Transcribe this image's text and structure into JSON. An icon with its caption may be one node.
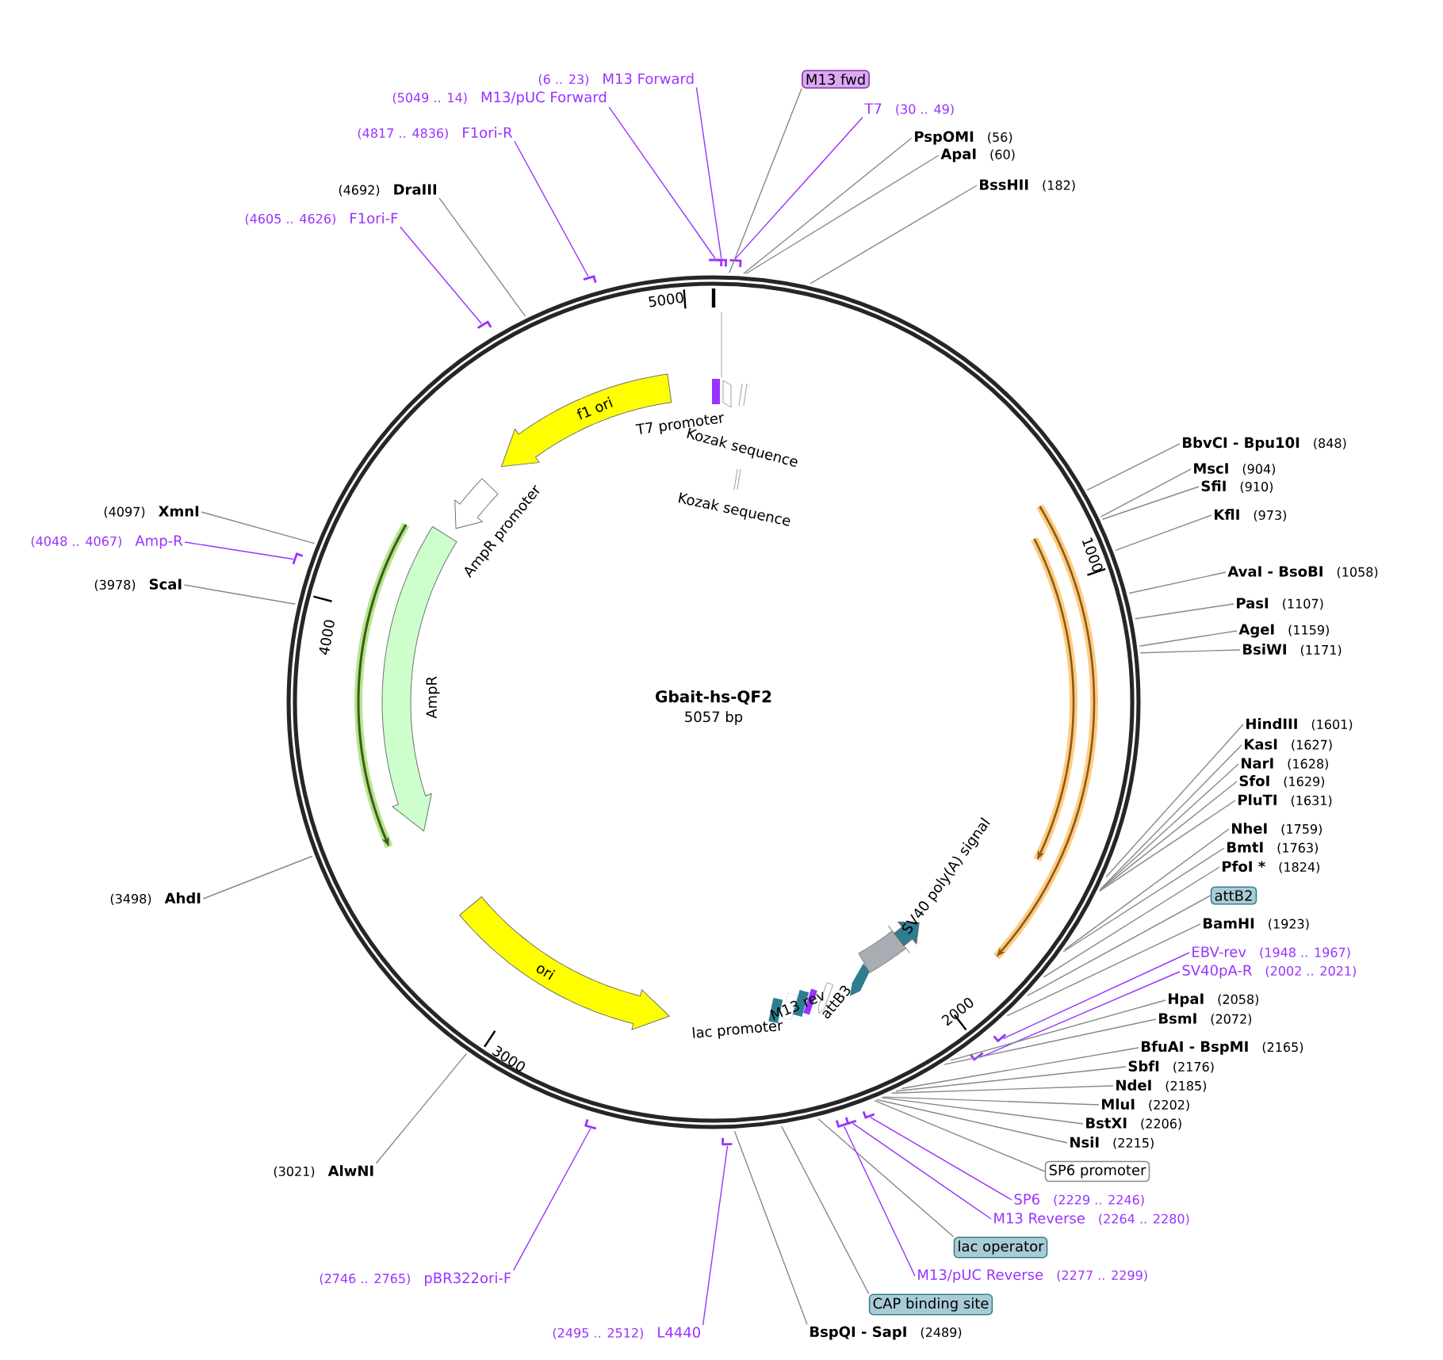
{
  "diagram": {
    "title": "Gbait-hs-QF2",
    "nodes": [
      {
        "text": [
          "M13 fwd"
        ]
      },
      {
        "text": [
          "(6 .. 23)",
          "M13 Forward"
        ]
      },
      {
        "text": [
          "(5049 .. 14)",
          "M13/pUC Forward"
        ]
      },
      {
        "text": [
          "T7",
          "(30 .. 49)"
        ]
      },
      {
        "text": [
          "PspOMI",
          "(56)"
        ]
      },
      {
        "text": [
          "ApaI",
          "(60)"
        ]
      },
      {
        "text": [
          "BssHII",
          "(182)"
        ]
      },
      {
        "text": [
          "(4817 .. 4836)",
          "F1ori-R"
        ]
      },
      {
        "text": [
          "(4692)",
          "DraIII"
        ]
      },
      {
        "text": [
          "(4605 .. 4626)",
          "F1ori-F"
        ]
      },
      {
        "text": [
          "BbvCI - Bpu10I",
          "(848)"
        ]
      },
      {
        "text": [
          "MscI",
          "(904)"
        ]
      },
      {
        "text": [
          "SfiI",
          "(910)"
        ]
      },
      {
        "text": [
          "KflI",
          "(973)"
        ]
      },
      {
        "text": [
          "AvaI - BsoBI",
          "(1058)"
        ]
      },
      {
        "text": [
          "PasI",
          "(1107)"
        ]
      },
      {
        "text": [
          "AgeI",
          "(1159)"
        ]
      },
      {
        "text": [
          "BsiWI",
          "(1171)"
        ]
      },
      {
        "text": [
          "HindIII",
          "(1601)"
        ]
      },
      {
        "text": [
          "KasI",
          "(1627)"
        ]
      },
      {
        "text": [
          "NarI",
          "(1628)"
        ]
      },
      {
        "text": [
          "SfoI",
          "(1629)"
        ]
      },
      {
        "text": [
          "PluTI",
          "(1631)"
        ]
      },
      {
        "text": [
          "NheI",
          "(1759)"
        ]
      },
      {
        "text": [
          "BmtI",
          "(1763)"
        ]
      },
      {
        "text": [
          "PfoI *",
          "(1824)"
        ]
      },
      {
        "text": [
          "attB2"
        ]
      },
      {
        "text": [
          "BamHI",
          "(1923)"
        ]
      },
      {
        "text": [
          "EBV-rev",
          "(1948 .. 1967)"
        ]
      },
      {
        "text": [
          "SV40pA-R",
          "(2002 .. 2021)"
        ]
      },
      {
        "text": [
          "HpaI",
          "(2058)"
        ]
      },
      {
        "text": [
          "BsmI",
          "(2072)"
        ]
      },
      {
        "text": [
          "BfuAI - BspMI",
          "(2165)"
        ]
      },
      {
        "text": [
          "SbfI",
          "(2176)"
        ]
      },
      {
        "text": [
          "NdeI",
          "(2185)"
        ]
      },
      {
        "text": [
          "MluI",
          "(2202)"
        ]
      },
      {
        "text": [
          "BstXI",
          "(2206)"
        ]
      },
      {
        "text": [
          "NsiI",
          "(2215)"
        ]
      },
      {
        "text": [
          "SP6 promoter"
        ]
      },
      {
        "text": [
          "SP6",
          "(2229 .. 2246)"
        ]
      },
      {
        "text": [
          "M13 Reverse",
          "(2264 .. 2280)"
        ]
      },
      {
        "text": [
          "lac operator"
        ]
      },
      {
        "text": [
          "M13/pUC Reverse",
          "(2277 .. 2299)"
        ]
      },
      {
        "text": [
          "CAP binding site"
        ]
      },
      {
        "text": [
          "BspQI - SapI",
          "(2489)"
        ]
      },
      {
        "text": [
          "(2495 .. 2512)",
          "L4440"
        ]
      },
      {
        "text": [
          "(2746 .. 2765)",
          "pBR322ori-F"
        ]
      },
      {
        "text": [
          "(3021)",
          "AlwNI"
        ]
      },
      {
        "text": [
          "(3498)",
          "AhdI"
        ]
      },
      {
        "text": [
          "(3978)",
          "ScaI"
        ]
      },
      {
        "text": [
          "(4048 .. 4067)",
          "Amp-R"
        ]
      },
      {
        "text": [
          "(4097)",
          "XmnI"
        ]
      },
      {
        "text": [
          "f1 ori"
        ]
      },
      {
        "text": [],
        "shape": "arrow",
        "beside": [
          "AmpR promoter"
        ]
      },
      {
        "text": [],
        "shape": "arrow",
        "beside": [
          "AmpR"
        ]
      },
      {
        "text": [
          "ori"
        ]
      },
      {
        "text": [],
        "shape": "arrow",
        "beside": [
          "SV40 poly(A) signal"
        ]
      }
    ],
    "edges": [
      {
        "from": 0,
        "to": null,
        "arrow": "none"
      },
      {
        "from": 1,
        "to": null,
        "arrow": "none",
        "color": "#9933ff"
      },
      {
        "from": 2,
        "to": null,
        "arrow": "none",
        "color": "#9933ff"
      },
      {
        "from": 3,
        "to": null,
        "arrow": "none",
        "color": "#9933ff"
      },
      {
        "from": 4,
        "to": null,
        "arrow": "none"
      },
      {
        "from": 5,
        "to": null,
        "arrow": "none"
      },
      {
        "from": 6,
        "to": null,
        "arrow": "none"
      },
      {
        "from": 7,
        "to": null,
        "arrow": "none",
        "color": "#9933ff"
      },
      {
        "from": 8,
        "to": null,
        "arrow": "none"
      },
      {
        "from": 9,
        "to": null,
        "arrow": "none",
        "color": "#9933ff"
      },
      {
        "from": 10,
        "to": null,
        "arrow": "none"
      },
      {
        "from": 11,
        "to": null,
        "arrow": "none"
      },
      {
        "from": 12,
        "to": null,
        "arrow": "none"
      },
      {
        "from": 13,
        "to": null,
        "arrow": "none"
      },
      {
        "from": 14,
        "to": null,
        "arrow": "none"
      },
      {
        "from": 15,
        "to": null,
        "arrow": "none"
      },
      {
        "from": 16,
        "to": null,
        "arrow": "none"
      },
      {
        "from": 17,
        "to": null,
        "arrow": "none"
      },
      {
        "from": 18,
        "to": null,
        "arrow": "none"
      },
      {
        "from": 19,
        "to": null,
        "arrow": "none"
      },
      {
        "from": 20,
        "to": null,
        "arrow": "none"
      },
      {
        "from": 21,
        "to": null,
        "arrow": "none"
      },
      {
        "from": 22,
        "to": null,
        "arrow": "none"
      },
      {
        "from": 23,
        "to": null,
        "arrow": "none"
      },
      {
        "from": 24,
        "to": null,
        "arrow": "none"
      },
      {
        "from": 25,
        "to": null,
        "arrow": "none"
      },
      {
        "from": 26,
        "to": null,
        "arrow": "none"
      },
      {
        "from": 27,
        "to": null,
        "arrow": "none"
      },
      {
        "from": 28,
        "to": null,
        "arrow": "none",
        "color": "#9933ff"
      },
      {
        "from": 29,
        "to": null,
        "arrow": "none",
        "color": "#9933ff"
      },
      {
        "from": 30,
        "to": null,
        "arrow": "none"
      },
      {
        "from": 31,
        "to": null,
        "arrow": "none"
      },
      {
        "from": 32,
        "to": null,
        "arrow": "none"
      },
      {
        "from": 33,
        "to": null,
        "arrow": "none"
      },
      {
        "from": 34,
        "to": null,
        "arrow": "none"
      },
      {
        "from": 35,
        "to": null,
        "arrow": "none"
      },
      {
        "from": 36,
        "to": null,
        "arrow": "none"
      },
      {
        "from": 37,
        "to": null,
        "arrow": "none"
      },
      {
        "from": 38,
        "to": null,
        "arrow": "none"
      },
      {
        "from": 39,
        "to": null,
        "arrow": "none",
        "color": "#9933ff"
      },
      {
        "from": 40,
        "to": null,
        "arrow": "none",
        "color": "#9933ff"
      },
      {
        "from": 41,
        "to": null,
        "arrow": "none"
      },
      {
        "from": 42,
        "to": null,
        "arrow": "none",
        "color": "#9933ff"
      },
      {
        "from": 43,
        "to": null,
        "arrow": "none"
      },
      {
        "from": 44,
        "to": null,
        "arrow": "none"
      },
      {
        "from": 45,
        "to": null,
        "arrow": "none",
        "color": "#9933ff"
      },
      {
        "from": 46,
        "to": null,
        "arrow": "none",
        "color": "#9933ff"
      },
      {
        "from": 47,
        "to": null,
        "arrow": "none"
      },
      {
        "from": 48,
        "to": null,
        "arrow": "none"
      },
      {
        "from": 49,
        "to": null,
        "arrow": "none"
      },
      {
        "from": 50,
        "to": null,
        "arrow": "none",
        "color": "#9933ff"
      },
      {
        "from": 51,
        "to": null,
        "arrow": "none"
      }
    ],
    "labels": [
      "5000",
      "T7 promoter",
      "Kozak sequence",
      "Kozak sequence",
      "1000",
      "4000",
      "5057 bp",
      "M13 rev",
      "attB3",
      "lac promoter",
      "2000",
      "3000"
    ]
  }
}
